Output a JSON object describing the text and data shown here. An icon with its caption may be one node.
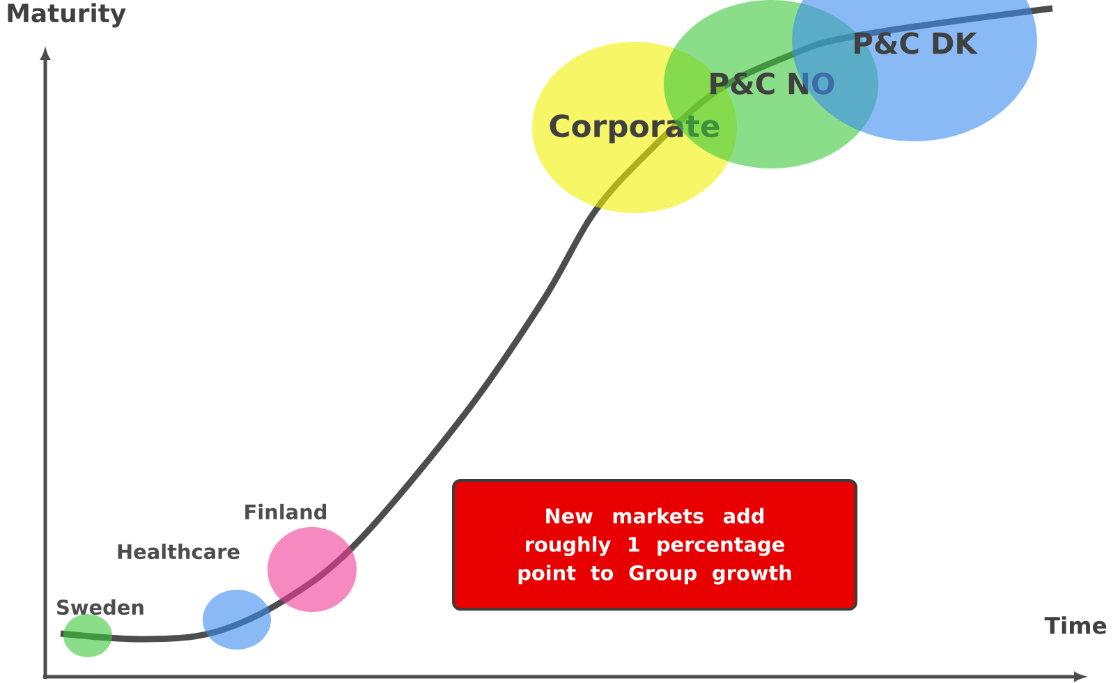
{
  "diagram": {
    "nodes": [
      {
        "text": [
          "Sweden"
        ]
      },
      {
        "text": [
          "Healthcare"
        ]
      },
      {
        "text": [
          "Finland"
        ]
      },
      {
        "text": [
          "Corporate"
        ]
      },
      {
        "text": [
          "P&C NO"
        ]
      },
      {
        "text": [
          "P&C DK"
        ]
      },
      {
        "text": [
          "New markets add roughly 1 percentage point to Group growth"
        ]
      }
    ],
    "labels": [
      "Maturity",
      "Time"
    ]
  }
}
